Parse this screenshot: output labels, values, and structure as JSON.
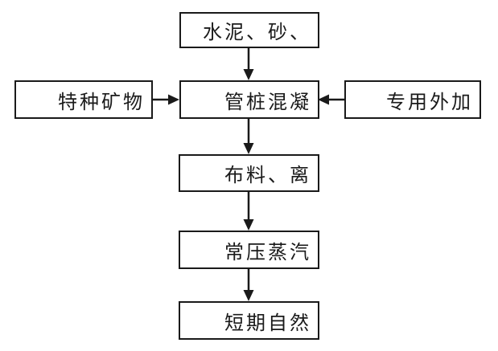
{
  "diagram": {
    "type": "flowchart",
    "background_color": "#ffffff",
    "line_color": "#1a1a1a",
    "box_fill_color": "#ffffff",
    "box_border_color": "#1a1a1a",
    "nodes": {
      "materials": {
        "label": "水泥、砂、"
      },
      "minerals": {
        "label": "特种矿物"
      },
      "mixing": {
        "label": "管桩混凝"
      },
      "admixture": {
        "label": "专用外加"
      },
      "distribution": {
        "label": "布料、离"
      },
      "steam": {
        "label": "常压蒸汽"
      },
      "natural": {
        "label": "短期自然"
      }
    },
    "edges": [
      {
        "from": "materials",
        "to": "mixing",
        "direction": "down"
      },
      {
        "from": "minerals",
        "to": "mixing",
        "direction": "right"
      },
      {
        "from": "admixture",
        "to": "mixing",
        "direction": "left"
      },
      {
        "from": "mixing",
        "to": "distribution",
        "direction": "down"
      },
      {
        "from": "distribution",
        "to": "steam",
        "direction": "down"
      },
      {
        "from": "steam",
        "to": "natural",
        "direction": "down"
      }
    ]
  }
}
